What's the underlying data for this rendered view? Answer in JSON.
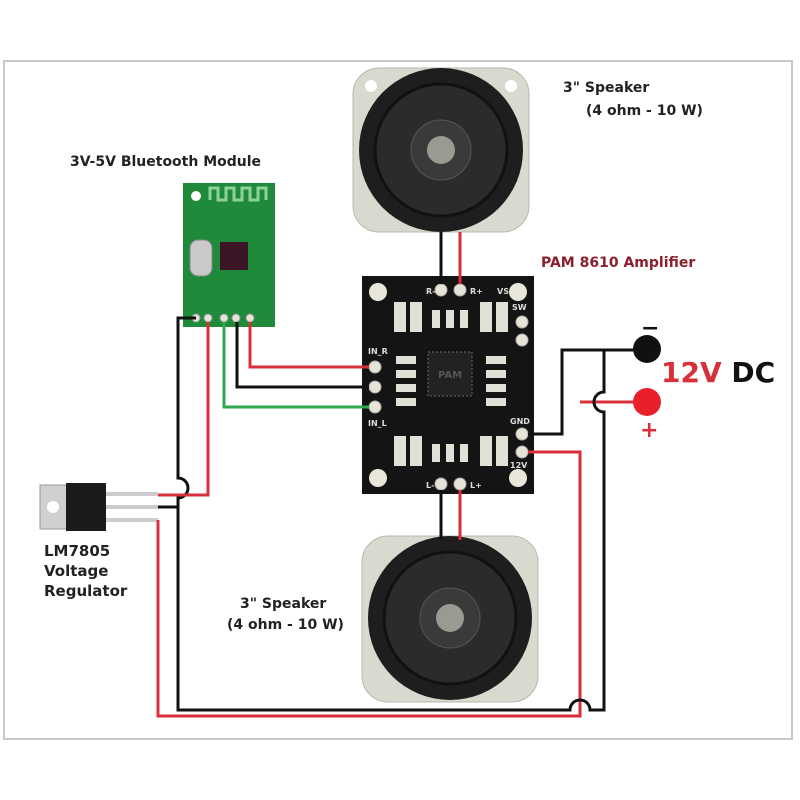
{
  "diagram": {
    "title": "PAM8610 Bluetooth Amplifier Wiring Diagram",
    "labels": {
      "speaker_top": {
        "line1": "3\" Speaker",
        "line2": "(4 ohm - 10 W)"
      },
      "speaker_bottom": {
        "line1": "3\" Speaker",
        "line2": "(4 ohm - 10 W)"
      },
      "bluetooth": "3V-5V Bluetooth Module",
      "amplifier": "PAM 8610 Amplifier",
      "regulator": {
        "line1": "LM7805",
        "line2": "Voltage",
        "line3": "Regulator"
      },
      "power": {
        "voltage": "12V",
        "type": "DC",
        "minus": "−",
        "plus": "+"
      }
    },
    "amp_pins": {
      "top": [
        "R-",
        "R+",
        "VS"
      ],
      "right": [
        "SW",
        "GND",
        "12V"
      ],
      "bottom": [
        "L-",
        "L+"
      ],
      "left": [
        "IN_R",
        "IN_L"
      ],
      "chip": "PAM"
    },
    "colors": {
      "wire_red": "#d8303a",
      "wire_black": "#111111",
      "wire_green": "#2fa84f",
      "pcb_green": "#1f8a3a",
      "pcb_black": "#141414",
      "amp_label": "#8b1f2b"
    }
  }
}
